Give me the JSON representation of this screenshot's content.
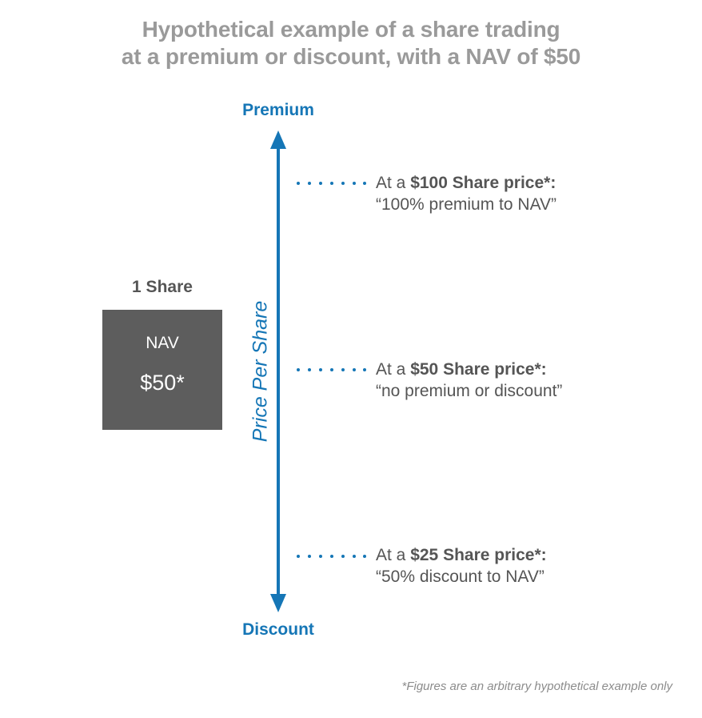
{
  "title": {
    "line1": "Hypothetical example of a share trading",
    "line2": "at a premium or discount, with a NAV of $50"
  },
  "axis": {
    "top_label": "Premium",
    "bottom_label": "Discount",
    "title": "Price Per Share",
    "color": "#1576b6"
  },
  "share": {
    "label": "1 Share",
    "box_title": "NAV",
    "box_value": "$50*",
    "box_color": "#5d5d5d"
  },
  "callouts": [
    {
      "prefix": "At a ",
      "price": "$100 Share price*:",
      "quote": "“100% premium to NAV”"
    },
    {
      "prefix": "At a ",
      "price": "$50 Share price*:",
      "quote": "“no premium or discount”"
    },
    {
      "prefix": "At a ",
      "price": "$25 Share price*:",
      "quote": "“50% discount to NAV”"
    }
  ],
  "footnote": "*Figures are an arbitrary hypothetical example only"
}
